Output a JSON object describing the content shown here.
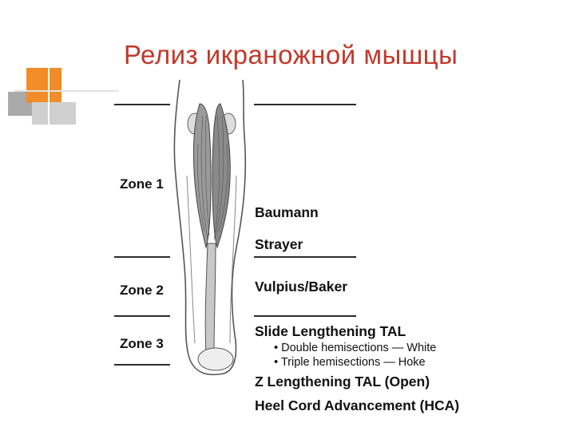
{
  "title": "Релиз икраножной мышцы",
  "zones": [
    "Zone 1",
    "Zone 2",
    "Zone 3"
  ],
  "procedures": {
    "baumann": "Baumann",
    "strayer": "Strayer",
    "vulpius": "Vulpius/Baker",
    "slide": "Slide Lengthening TAL",
    "bullet1": "• Double hemisections — White",
    "bullet2": "• Triple hemisections — Hoke",
    "z": "Z Lengthening TAL (Open)",
    "hca": "Heel Cord Advancement (HCA)"
  }
}
